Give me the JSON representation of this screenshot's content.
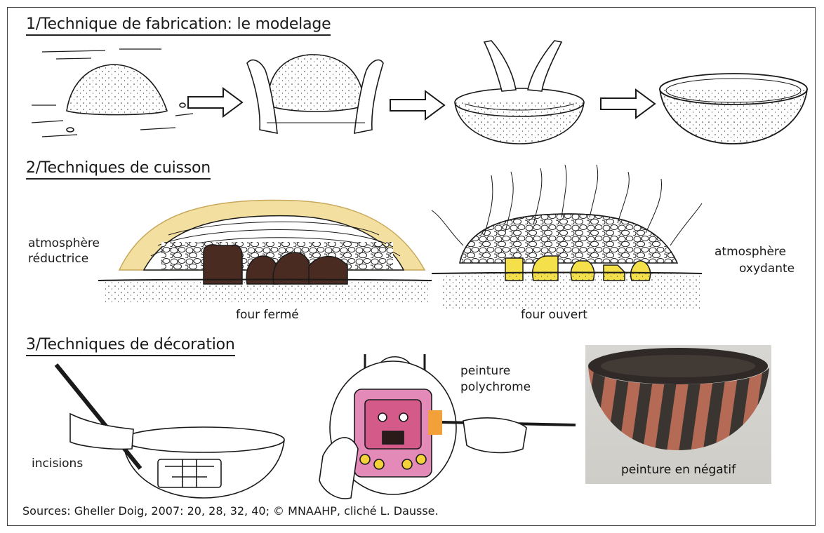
{
  "sections": {
    "fabrication": {
      "title": "1/Technique de fabrication: le modelage"
    },
    "cuisson": {
      "title": "2/Techniques de cuisson",
      "left_label_line1": "atmosphère",
      "left_label_line2": "réductrice",
      "left_kiln_caption": "four fermé",
      "right_label_line1": "atmosphère",
      "right_label_line2": "oxydante",
      "right_kiln_caption": "four ouvert"
    },
    "decoration": {
      "title": "3/Techniques de décoration",
      "incisions_label": "incisions",
      "paint_label_line1": "peinture",
      "paint_label_line2": "polychrome",
      "photo_caption": "peinture en négatif"
    }
  },
  "footer": {
    "sources": "Sources: Gheller Doig, 2007: 20, 28, 32, 40; © MNAAHP, cliché L. Dausse."
  },
  "colors": {
    "ink": "#1a1a1a",
    "reducing_earth": "#f3dfa0",
    "reduced_pottery": "#4a2b22",
    "oxidized_pottery": "#f4e04a",
    "bowl_dark": "#3a3531",
    "bowl_stripe": "#b46a55"
  }
}
